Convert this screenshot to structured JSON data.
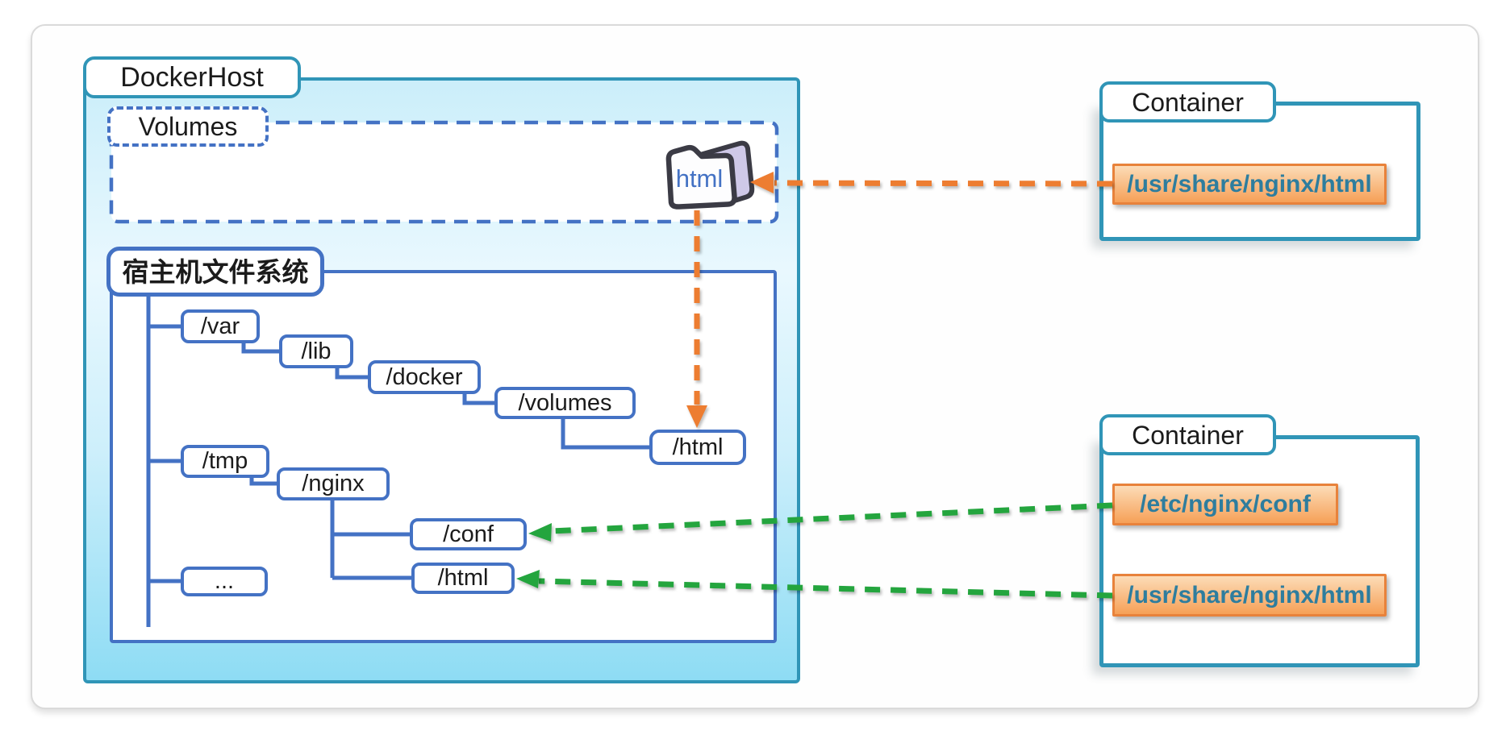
{
  "colors": {
    "teal": "#3095B7",
    "blue": "#4472C4",
    "orange": "#ED7D31",
    "green": "#24A53E",
    "orange-box-border": "#E8823B",
    "orange-box-top": "#FCDCB7",
    "orange-box-bottom": "#F6A057",
    "orange-box-text": "#2E7D9E",
    "folder-outline": "#3B3B45",
    "folder-back": "#CFC9E8",
    "host-grad-top": "#CBEEFA",
    "host-grad-mid": "#E9F8FE",
    "host-grad-bottom": "#8EDCF4",
    "card-border": "#DADADA",
    "text": "#1B1B1B"
  },
  "docker_host": {
    "label": "DockerHost",
    "volumes": {
      "label": "Volumes",
      "volume_name": "html"
    },
    "filesystem": {
      "label": "宿主机文件系统",
      "nodes": [
        {
          "label": "/var"
        },
        {
          "label": "/lib"
        },
        {
          "label": "/docker"
        },
        {
          "label": "/volumes"
        },
        {
          "label": "/html"
        },
        {
          "label": "/tmp"
        },
        {
          "label": "/nginx"
        },
        {
          "label": "/conf"
        },
        {
          "label": "/html"
        },
        {
          "label": "..."
        }
      ]
    }
  },
  "containers": [
    {
      "label": "Container",
      "mounts": [
        {
          "path": "/usr/share/nginx/html"
        }
      ]
    },
    {
      "label": "Container",
      "mounts": [
        {
          "path": "/etc/nginx/conf"
        },
        {
          "path": "/usr/share/nginx/html"
        }
      ]
    }
  ]
}
